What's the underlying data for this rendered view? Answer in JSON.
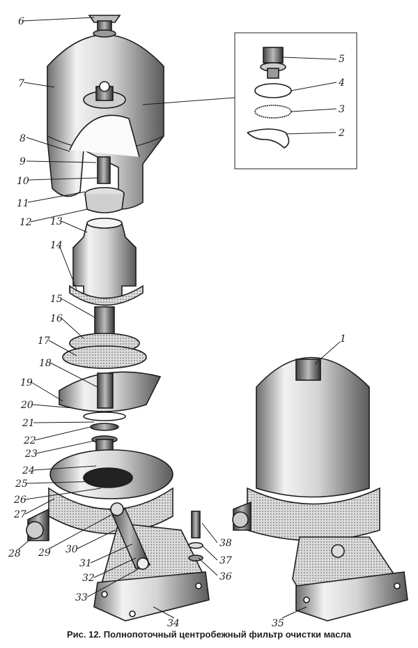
{
  "caption": "Рис. 12. Полнопоточный центробежный фильтр очистки масла",
  "callouts": [
    "6",
    "7",
    "8",
    "9",
    "10",
    "11",
    "12",
    "13",
    "14",
    "15",
    "16",
    "17",
    "18",
    "19",
    "20",
    "21",
    "22",
    "23",
    "24",
    "25",
    "26",
    "27",
    "28",
    "29",
    "30",
    "31",
    "32",
    "33",
    "34",
    "35",
    "36",
    "37",
    "38",
    "1",
    "2",
    "3",
    "4",
    "5"
  ],
  "colors": {
    "ink": "#1c1c1c",
    "paper": "#ffffff",
    "metal": "#e9e9e9",
    "shade": "#8c8c8c"
  }
}
